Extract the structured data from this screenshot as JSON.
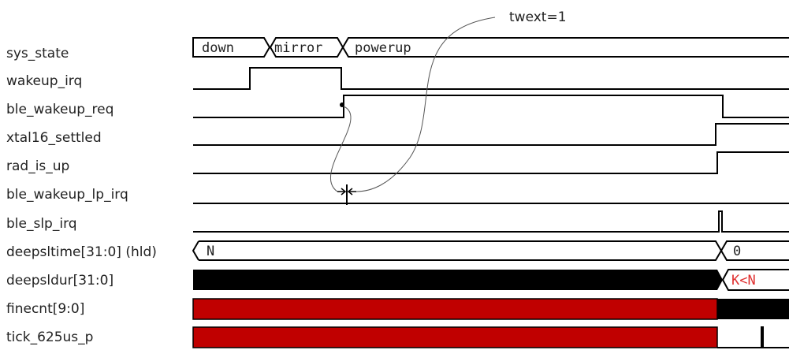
{
  "signals": [
    {
      "name": "sys_state"
    },
    {
      "name": "wakeup_irq"
    },
    {
      "name": "ble_wakeup_req"
    },
    {
      "name": "xtal16_settled"
    },
    {
      "name": "rad_is_up"
    },
    {
      "name": "ble_wakeup_lp_irq"
    },
    {
      "name": "ble_slp_irq"
    },
    {
      "name": "deepsltime[31:0] (hld)"
    },
    {
      "name": "deepsldur[31:0]"
    },
    {
      "name": "finecnt[9:0]"
    },
    {
      "name": "tick_625us_p"
    }
  ],
  "bus_values": {
    "sys_state": [
      "down",
      "mirror",
      "powerup"
    ],
    "deepsltime_before": "N",
    "deepsltime_after": "0",
    "deepsldur_after": "K<N"
  },
  "annotation": "twext=1",
  "colors": {
    "wave": "#000000",
    "black_fill": "#000000",
    "red_fill": "#c00000",
    "highlight_text": "#e03030",
    "label": "#222222"
  }
}
